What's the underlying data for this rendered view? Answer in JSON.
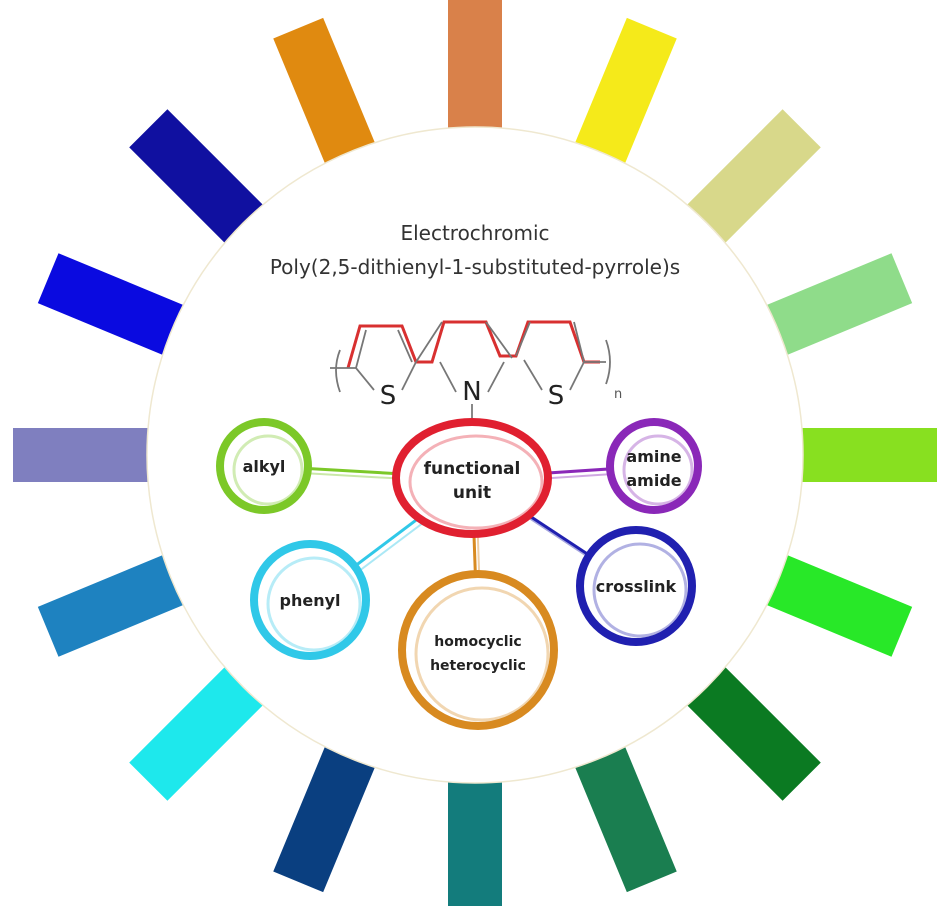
{
  "title_line1": "Electrochromic",
  "title_line2": "Poly(2,5-dithienyl-1-substituted-pyrrole)s",
  "structure": {
    "atom_left": "S",
    "atom_center": "N",
    "atom_right": "S",
    "subscript": "n"
  },
  "center_node": {
    "line1": "functional",
    "line2": "unit",
    "color": "#e02030"
  },
  "nodes": [
    {
      "id": "alkyl",
      "line1": "alkyl",
      "line2": "",
      "color": "#7cc828"
    },
    {
      "id": "amine-amide",
      "line1": "amine",
      "line2": "amide",
      "color": "#8a28b8"
    },
    {
      "id": "phenyl",
      "line1": "phenyl",
      "line2": "",
      "color": "#30c8e8"
    },
    {
      "id": "homocyclic-heterocyclic",
      "line1": "homocyclic",
      "line2": "heterocyclic",
      "color": "#d88a20"
    },
    {
      "id": "crosslink",
      "line1": "crosslink",
      "line2": "",
      "color": "#2020b0"
    }
  ],
  "ray_colors": [
    "#d9814a",
    "#f5ea1a",
    "#d8d88a",
    "#8fdc8a",
    "#88e020",
    "#28e828",
    "#0b7a22",
    "#1a7e50",
    "#137c7c",
    "#0a3f80",
    "#1ee8ec",
    "#1e82c0",
    "#7f7fbf",
    "#0a0ae0",
    "#1010a0",
    "#e08a10"
  ]
}
